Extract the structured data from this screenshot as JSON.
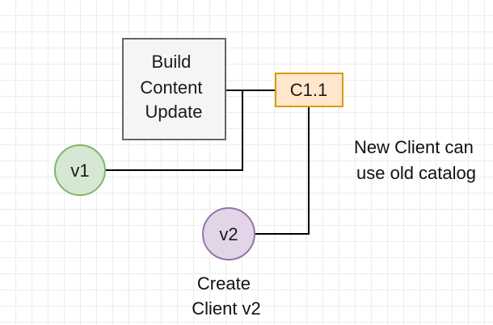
{
  "diagram": {
    "build_box": {
      "lines": [
        "Build",
        "Content",
        "Update"
      ]
    },
    "catalog_box": {
      "label": "C1.1"
    },
    "client_v1": {
      "label": "v1"
    },
    "client_v2": {
      "label": "v2"
    },
    "note_new_client": {
      "lines": [
        "New Client can",
        "use old catalog"
      ]
    },
    "note_create_client": {
      "lines": [
        "Create",
        "Client v2"
      ]
    },
    "colors": {
      "build_fill": "#f5f5f5",
      "build_stroke": "#666666",
      "catalog_fill": "#ffe6cc",
      "catalog_stroke": "#d79b00",
      "v1_fill": "#d5e8d4",
      "v1_stroke": "#82b366",
      "v2_fill": "#e1d5e7",
      "v2_stroke": "#9673a6",
      "edge": "#000000"
    }
  }
}
